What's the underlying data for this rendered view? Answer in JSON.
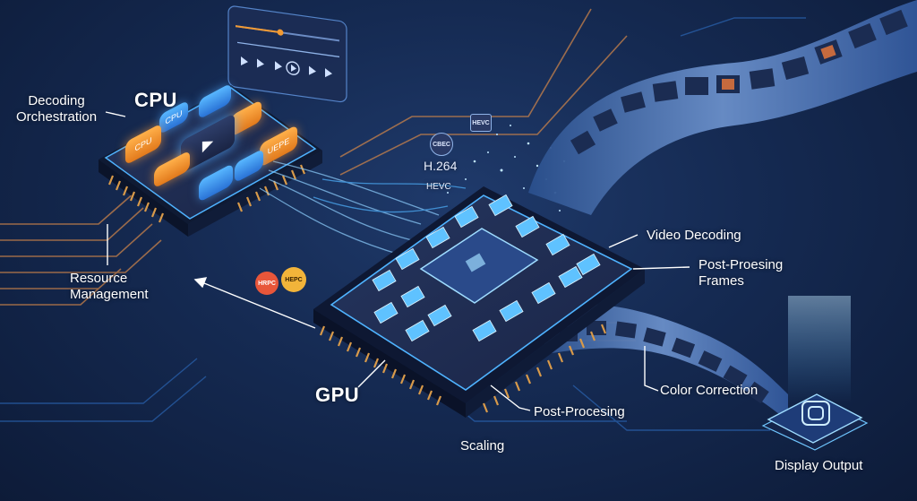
{
  "labels": {
    "decoding_orchestration": "Decoding\nOrchestration",
    "cpu": "CPU",
    "resource_management": "Resource\nManagement",
    "gpu": "GPU",
    "h264": "H.264",
    "hevc_small": "HEVC",
    "video_decoding": "Video Decoding",
    "post_proesing_frames": "Post-Proesing\nFrames",
    "color_correction": "Color Correction",
    "post_procesing": "Post-Procesing",
    "scaling": "Scaling",
    "display_output": "Display Output"
  },
  "codec_badges": {
    "cbec": "CBEC",
    "hevc_icon": "HEVC",
    "hrpc": "HRPC",
    "hepc": "HEPC"
  },
  "cpu_keys": {
    "cpu_top": "CPU",
    "cpu_left": "CPU",
    "right_key": "UEPE"
  },
  "colors": {
    "background": "#152a52",
    "accent_blue": "#4fb3ff",
    "accent_orange": "#f39a32",
    "trace_orange": "#c9824a"
  },
  "icons": {
    "play": "play-icon",
    "display": "display-output-icon"
  }
}
